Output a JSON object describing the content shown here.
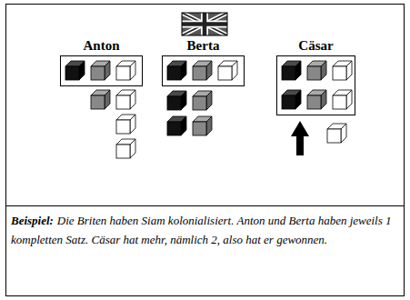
{
  "diagram": {
    "caption": "Die Briten haben Siam kolonialisiert. Anton und Berta haben jeweils 1 kompletten Satz. Cäsar hat mehr, nämlich 2, also hat er gewonnen.",
    "nodes": [
      {
        "text": [
          "Anton"
        ]
      },
      {
        "text": [
          "Berta"
        ]
      },
      {
        "text": [
          "Cäsar"
        ]
      }
    ],
    "labels": [
      "Beispiel:"
    ]
  }
}
